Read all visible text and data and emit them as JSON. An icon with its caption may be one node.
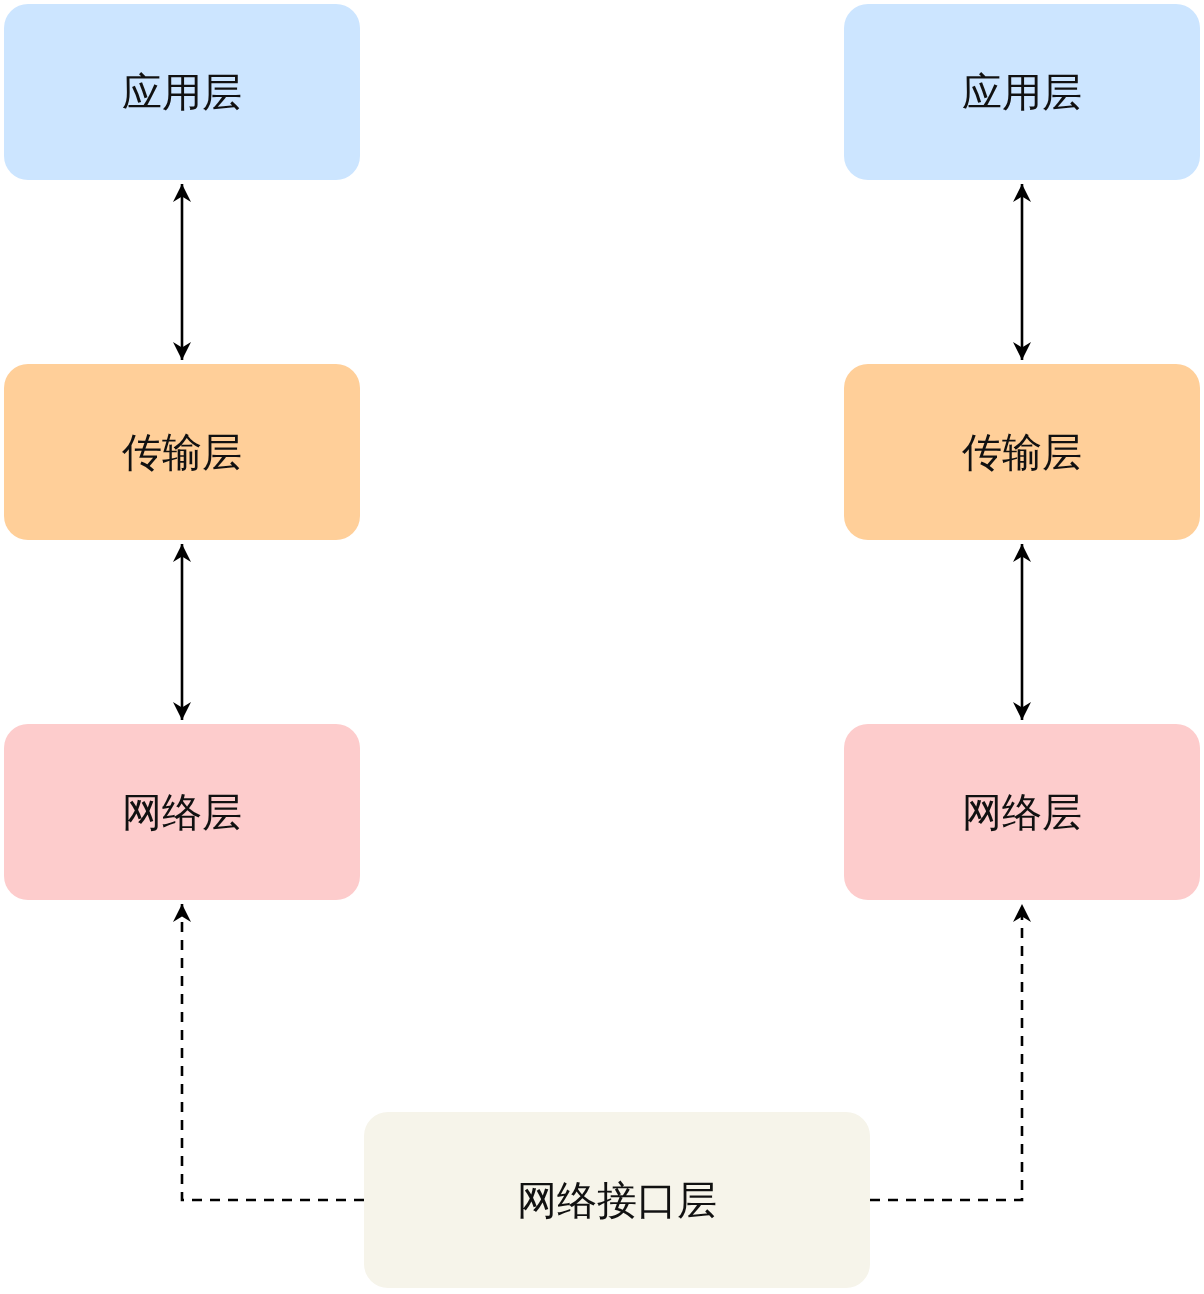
{
  "diagram": {
    "nodes": [
      {
        "text": [
          "应用层"
        ]
      },
      {
        "text": [
          "应用层"
        ]
      },
      {
        "text": [
          "传输层"
        ]
      },
      {
        "text": [
          "传输层"
        ]
      },
      {
        "text": [
          "网络层"
        ]
      },
      {
        "text": [
          "网络层"
        ]
      },
      {
        "text": [
          "网络接口层"
        ]
      }
    ],
    "edges": [
      {
        "from": 0,
        "to": 2,
        "arrow": "both"
      },
      {
        "from": 2,
        "to": 4,
        "arrow": "both"
      },
      {
        "from": 1,
        "to": 3,
        "arrow": "both"
      },
      {
        "from": 3,
        "to": 5,
        "arrow": "both"
      },
      {
        "from": 6,
        "to": 4,
        "arrow": "to",
        "style": "dashed"
      },
      {
        "from": 6,
        "to": 5,
        "arrow": "to",
        "style": "dashed"
      }
    ]
  }
}
